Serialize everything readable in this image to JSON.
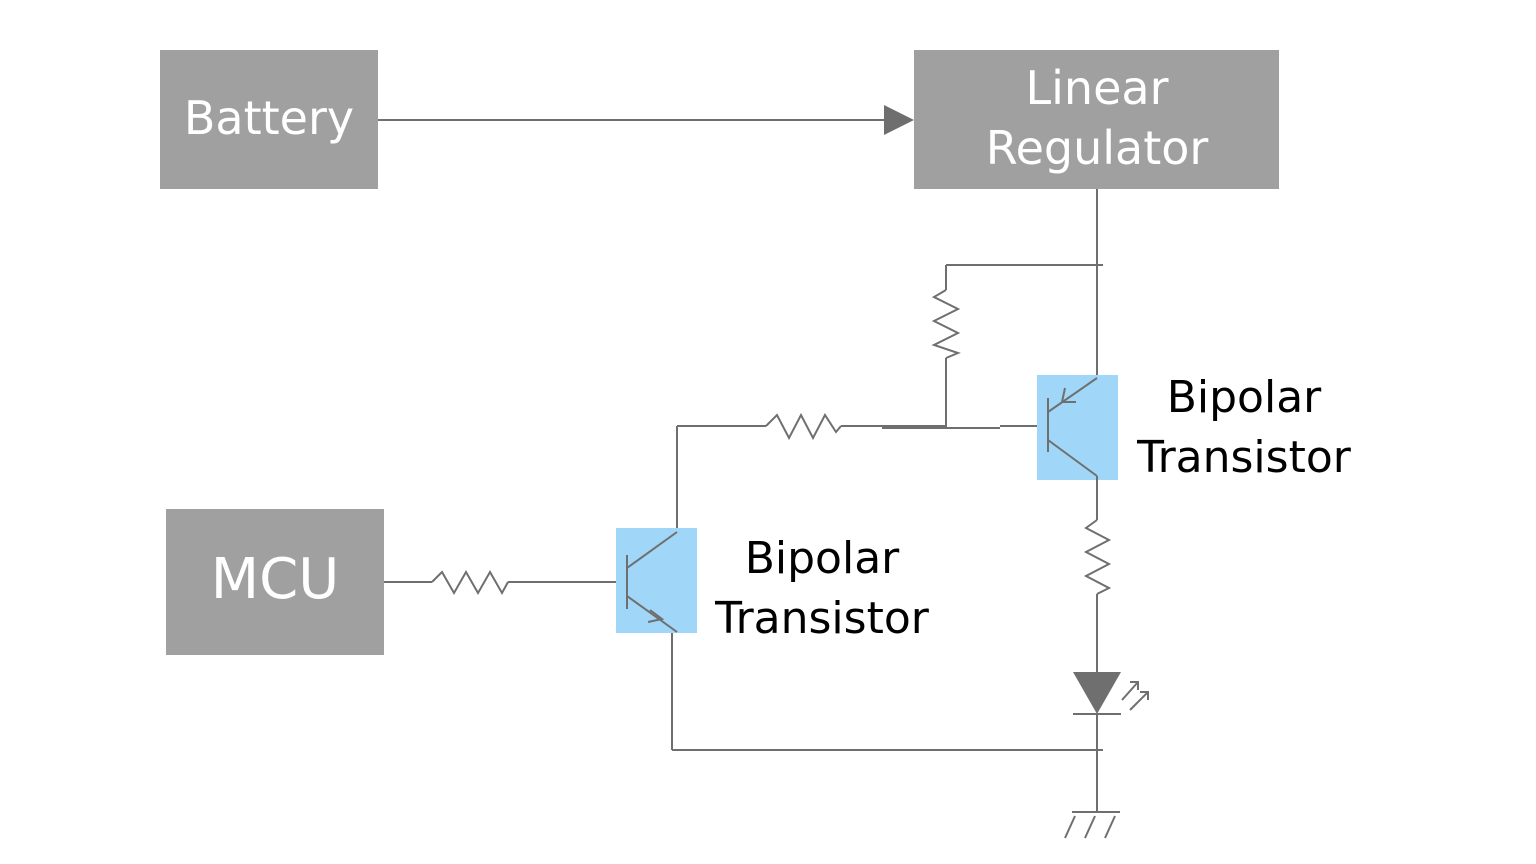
{
  "colors": {
    "block_fill": "#a0a0a0",
    "block_text": "#ffffff",
    "wire": "#6f6f6f",
    "transistor_highlight": "#a0d6f8",
    "label_text": "#000000"
  },
  "blocks": {
    "battery": {
      "label": "Battery"
    },
    "regulator": {
      "line1": "Linear",
      "line2": "Regulator"
    },
    "mcu": {
      "label": "MCU"
    }
  },
  "transistors": {
    "upper": {
      "line1": "Bipolar",
      "line2": "Transistor",
      "type": "PNP"
    },
    "lower": {
      "line1": "Bipolar",
      "line2": "Transistor",
      "type": "NPN"
    }
  },
  "icons": [
    "resistor-icon",
    "led-icon",
    "ground-icon",
    "arrow-icon"
  ]
}
